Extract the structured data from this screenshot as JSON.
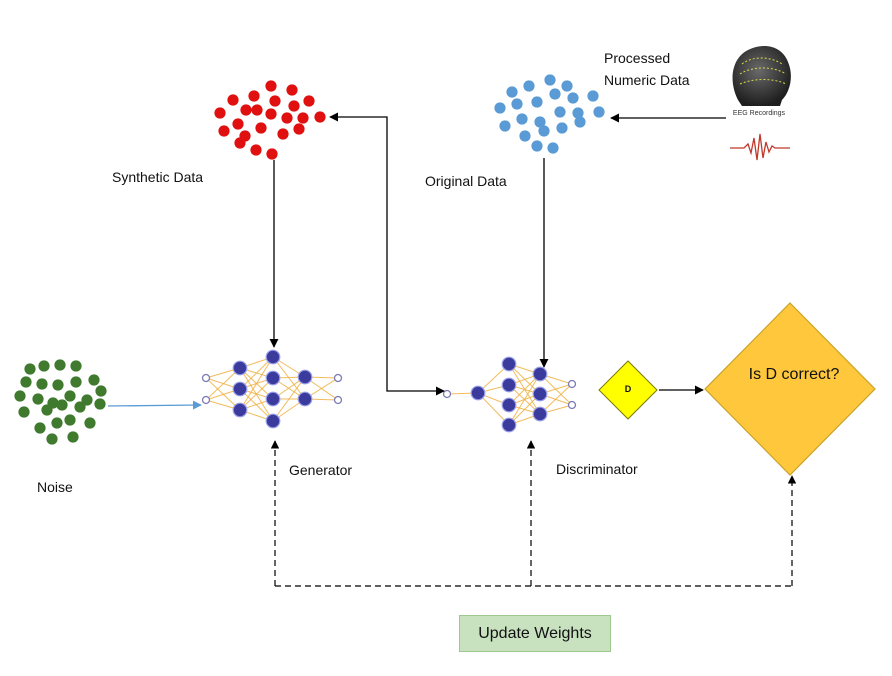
{
  "labels": {
    "synthetic_data": "Synthetic Data",
    "original_data": "Original Data",
    "processed_line1": "Processed",
    "processed_line2": "Numeric Data",
    "noise": "Noise",
    "generator": "Generator",
    "discriminator": "Discriminator",
    "eeg_caption": "EEG Recordings",
    "d_symbol": "D",
    "decision": "Is D correct?",
    "update_weights": "Update Weights"
  },
  "colors": {
    "synthetic_dots": "#e01010",
    "original_dots": "#5b9bd5",
    "noise_dots": "#3f7a2e",
    "neuron": "#3b3b9e",
    "connection": "#f0b040",
    "decision_fill": "#ffc73c",
    "d_fill": "#ffff00",
    "update_fill": "#c8e2c0",
    "noise_arrow": "#5b9bd5",
    "eeg_wave": "#c0392b"
  }
}
